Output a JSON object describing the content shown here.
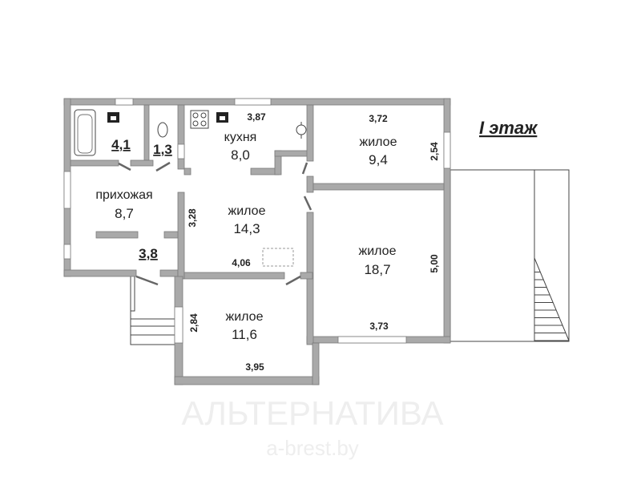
{
  "floor_title": "I этаж",
  "watermark": {
    "brand": "АЛЬТЕРНАТИВА",
    "site": "a-brest.by"
  },
  "rooms": {
    "bathroom": {
      "area": "4,1"
    },
    "toilet": {
      "area": "1,3"
    },
    "kitchen": {
      "name": "кухня",
      "area": "8,0",
      "dim_width": "3,87"
    },
    "hallway": {
      "name": "прихожая",
      "area": "8,7"
    },
    "vestibule": {
      "area": "3,8"
    },
    "living_center": {
      "name": "жилое",
      "area": "14,3",
      "dim_height": "3,28",
      "dim_width": "4,06"
    },
    "living_ne": {
      "name": "жилое",
      "area": "9,4",
      "dim_width": "3,72",
      "dim_height": "2,54"
    },
    "living_e": {
      "name": "жилое",
      "area": "18,7",
      "dim_height": "5,00",
      "dim_width": "3,73"
    },
    "living_s": {
      "name": "жилое",
      "area": "11,6",
      "dim_height": "2,84",
      "dim_width": "3,95"
    }
  },
  "colors": {
    "wall": "#a9a9a9",
    "text": "#222222"
  }
}
